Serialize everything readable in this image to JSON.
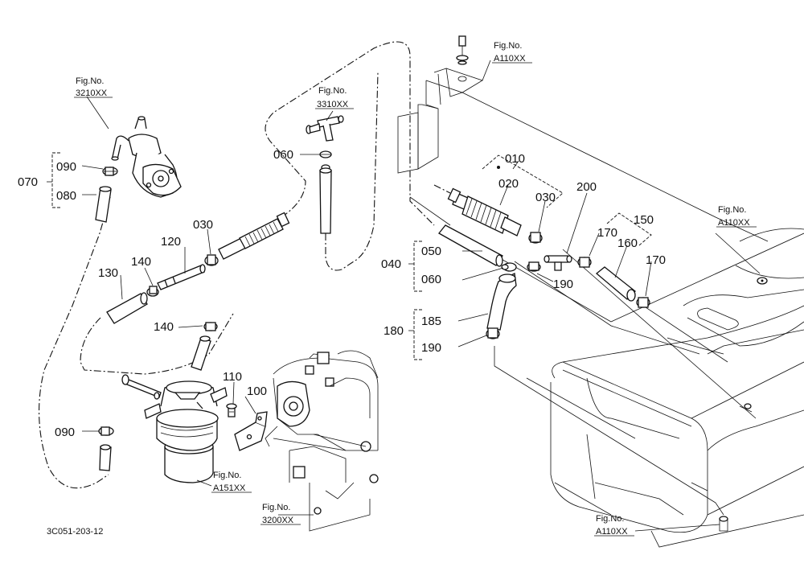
{
  "parts": {
    "p010": "010",
    "p020": "020",
    "p030a": "030",
    "p030b": "030",
    "p040": "040",
    "p050": "050",
    "p060a": "060",
    "p060b": "060",
    "p070": "070",
    "p080": "080",
    "p090a": "090",
    "p090b": "090",
    "p100": "100",
    "p110": "110",
    "p120": "120",
    "p130": "130",
    "p140a": "140",
    "p140b": "140",
    "p150": "150",
    "p160": "160",
    "p170a": "170",
    "p170b": "170",
    "p180": "180",
    "p185": "185",
    "p190a": "190",
    "p190b": "190",
    "p200": "200"
  },
  "figrefs": {
    "fig_label": "Fig.No.",
    "f3210": "3210XX",
    "f3310": "3310XX",
    "fA110_top": "A110XX",
    "fA110_right": "A110XX",
    "fA110_bottom": "A110XX",
    "fA151": "A151XX",
    "f3200": "3200XX"
  },
  "drawing_code": "3C051-203-12"
}
